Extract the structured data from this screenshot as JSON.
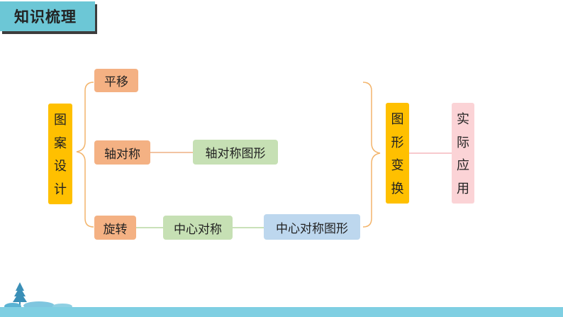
{
  "header": {
    "title": "知识梳理"
  },
  "diagram": {
    "left_root": [
      "图",
      "案",
      "设",
      "计"
    ],
    "branches": {
      "translation": "平移",
      "axial_symmetry": "轴对称",
      "axial_symmetric_figure": "轴对称图形",
      "rotation": "旋转",
      "central_symmetry": "中心对称",
      "central_symmetric_figure": "中心对称图形"
    },
    "transform": [
      "图",
      "形",
      "变",
      "换"
    ],
    "application": [
      "实",
      "际",
      "应",
      "用"
    ]
  },
  "colors": {
    "title_bg": "#6cc7d6",
    "orange": "#f4b183",
    "green": "#c6e0b4",
    "blue": "#bdd7ee",
    "yellow": "#ffc000",
    "pink": "#fbd3d6",
    "line": "#f3b46b"
  }
}
